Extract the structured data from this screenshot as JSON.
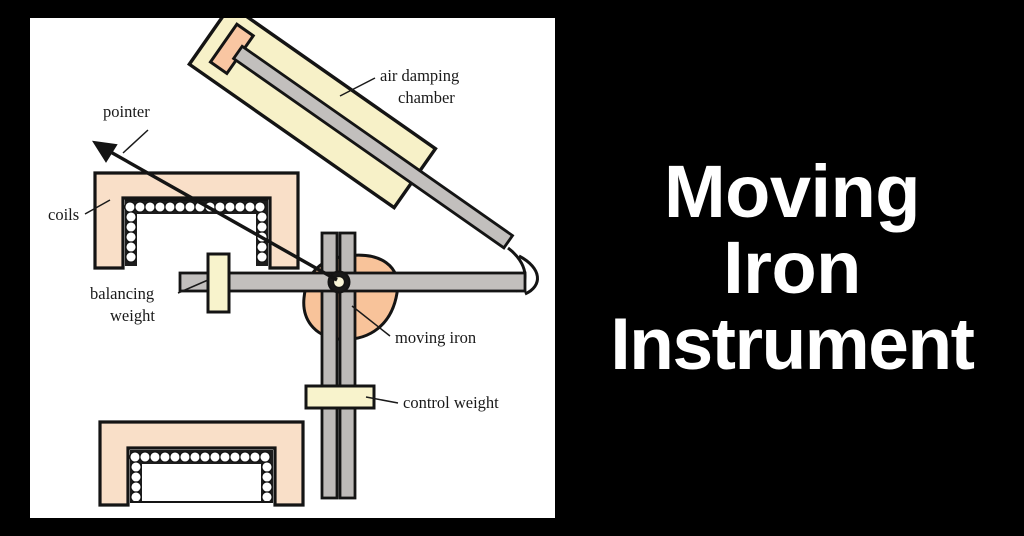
{
  "page": {
    "background_color": "#000000",
    "panel_background_color": "#ffffff"
  },
  "title": {
    "line1": "Moving",
    "line2": "Iron",
    "line3": "Instrument",
    "color": "#ffffff"
  },
  "diagram": {
    "name": "moving-iron-instrument-diagram",
    "labels": [
      {
        "id": "pointer",
        "text": "pointer"
      },
      {
        "id": "air-damping-chamber-1",
        "text": "air damping"
      },
      {
        "id": "air-damping-chamber-2",
        "text": "chamber"
      },
      {
        "id": "coils",
        "text": "coils"
      },
      {
        "id": "balancing-weight-1",
        "text": "balancing"
      },
      {
        "id": "balancing-weight-2",
        "text": "weight"
      },
      {
        "id": "moving-iron",
        "text": "moving iron"
      },
      {
        "id": "control-weight",
        "text": "control weight"
      }
    ],
    "colors": {
      "outline": "#141414",
      "coil_body": "#f9dfc8",
      "coil_winding": "#1a1a1a",
      "chamber_fill": "#f7f1c8",
      "piston_rod": "#b5b2b0",
      "spindle": "#bdbab8",
      "moving_iron": "#f8c39a",
      "weight_fill": "#f8f3cc",
      "piston_head": "#f9c6a2"
    }
  }
}
